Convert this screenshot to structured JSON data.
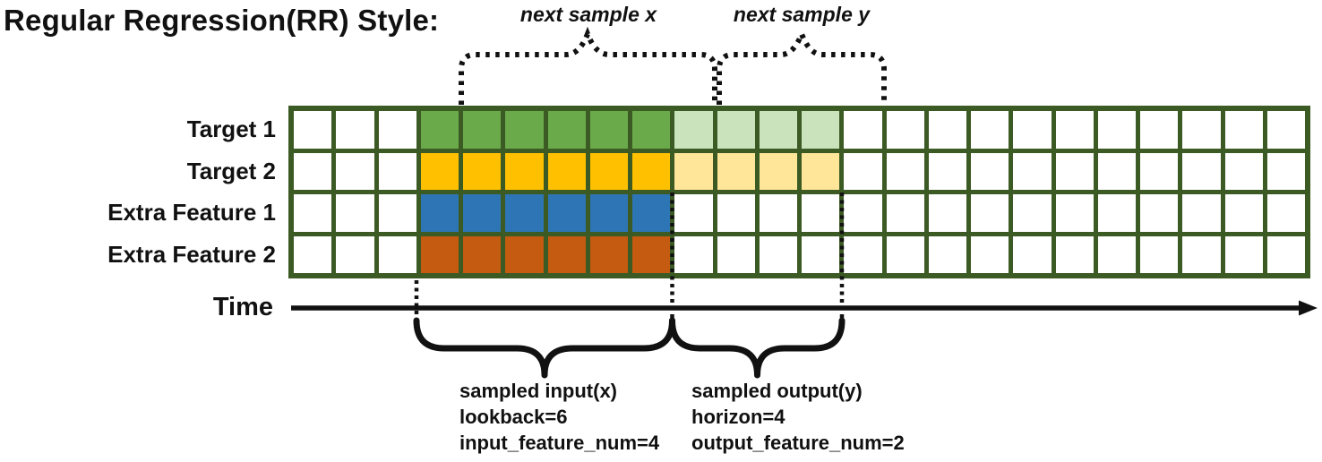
{
  "title": "Regular Regression(RR) Style:",
  "top_annotations": [
    {
      "label": "next sample x"
    },
    {
      "label": "next sample y"
    }
  ],
  "axis": {
    "label": "Time"
  },
  "grid": {
    "num_cols": 24,
    "num_rows": 4,
    "input_start_col": 3,
    "lookback": 6,
    "horizon": 4,
    "rows": [
      {
        "label": "Target 1",
        "input_color": "#6BAA4A",
        "output_color": "#CBE3BC"
      },
      {
        "label": "Target 2",
        "input_color": "#FFC000",
        "output_color": "#FFE699"
      },
      {
        "label": "Extra Feature 1",
        "input_color": "#2E75B6",
        "output_color": null
      },
      {
        "label": "Extra Feature 2",
        "input_color": "#C55A11",
        "output_color": null
      }
    ]
  },
  "bottom_annotations": [
    {
      "lines": [
        "sampled input(x)",
        "lookback=6",
        "input_feature_num=4"
      ]
    },
    {
      "lines": [
        "sampled output(y)",
        "horizon=4",
        "output_feature_num=2"
      ]
    }
  ],
  "colors": {
    "grid_border": "#3C5A23",
    "cell_empty": "#FFFFFF",
    "annotation": "#111111"
  }
}
